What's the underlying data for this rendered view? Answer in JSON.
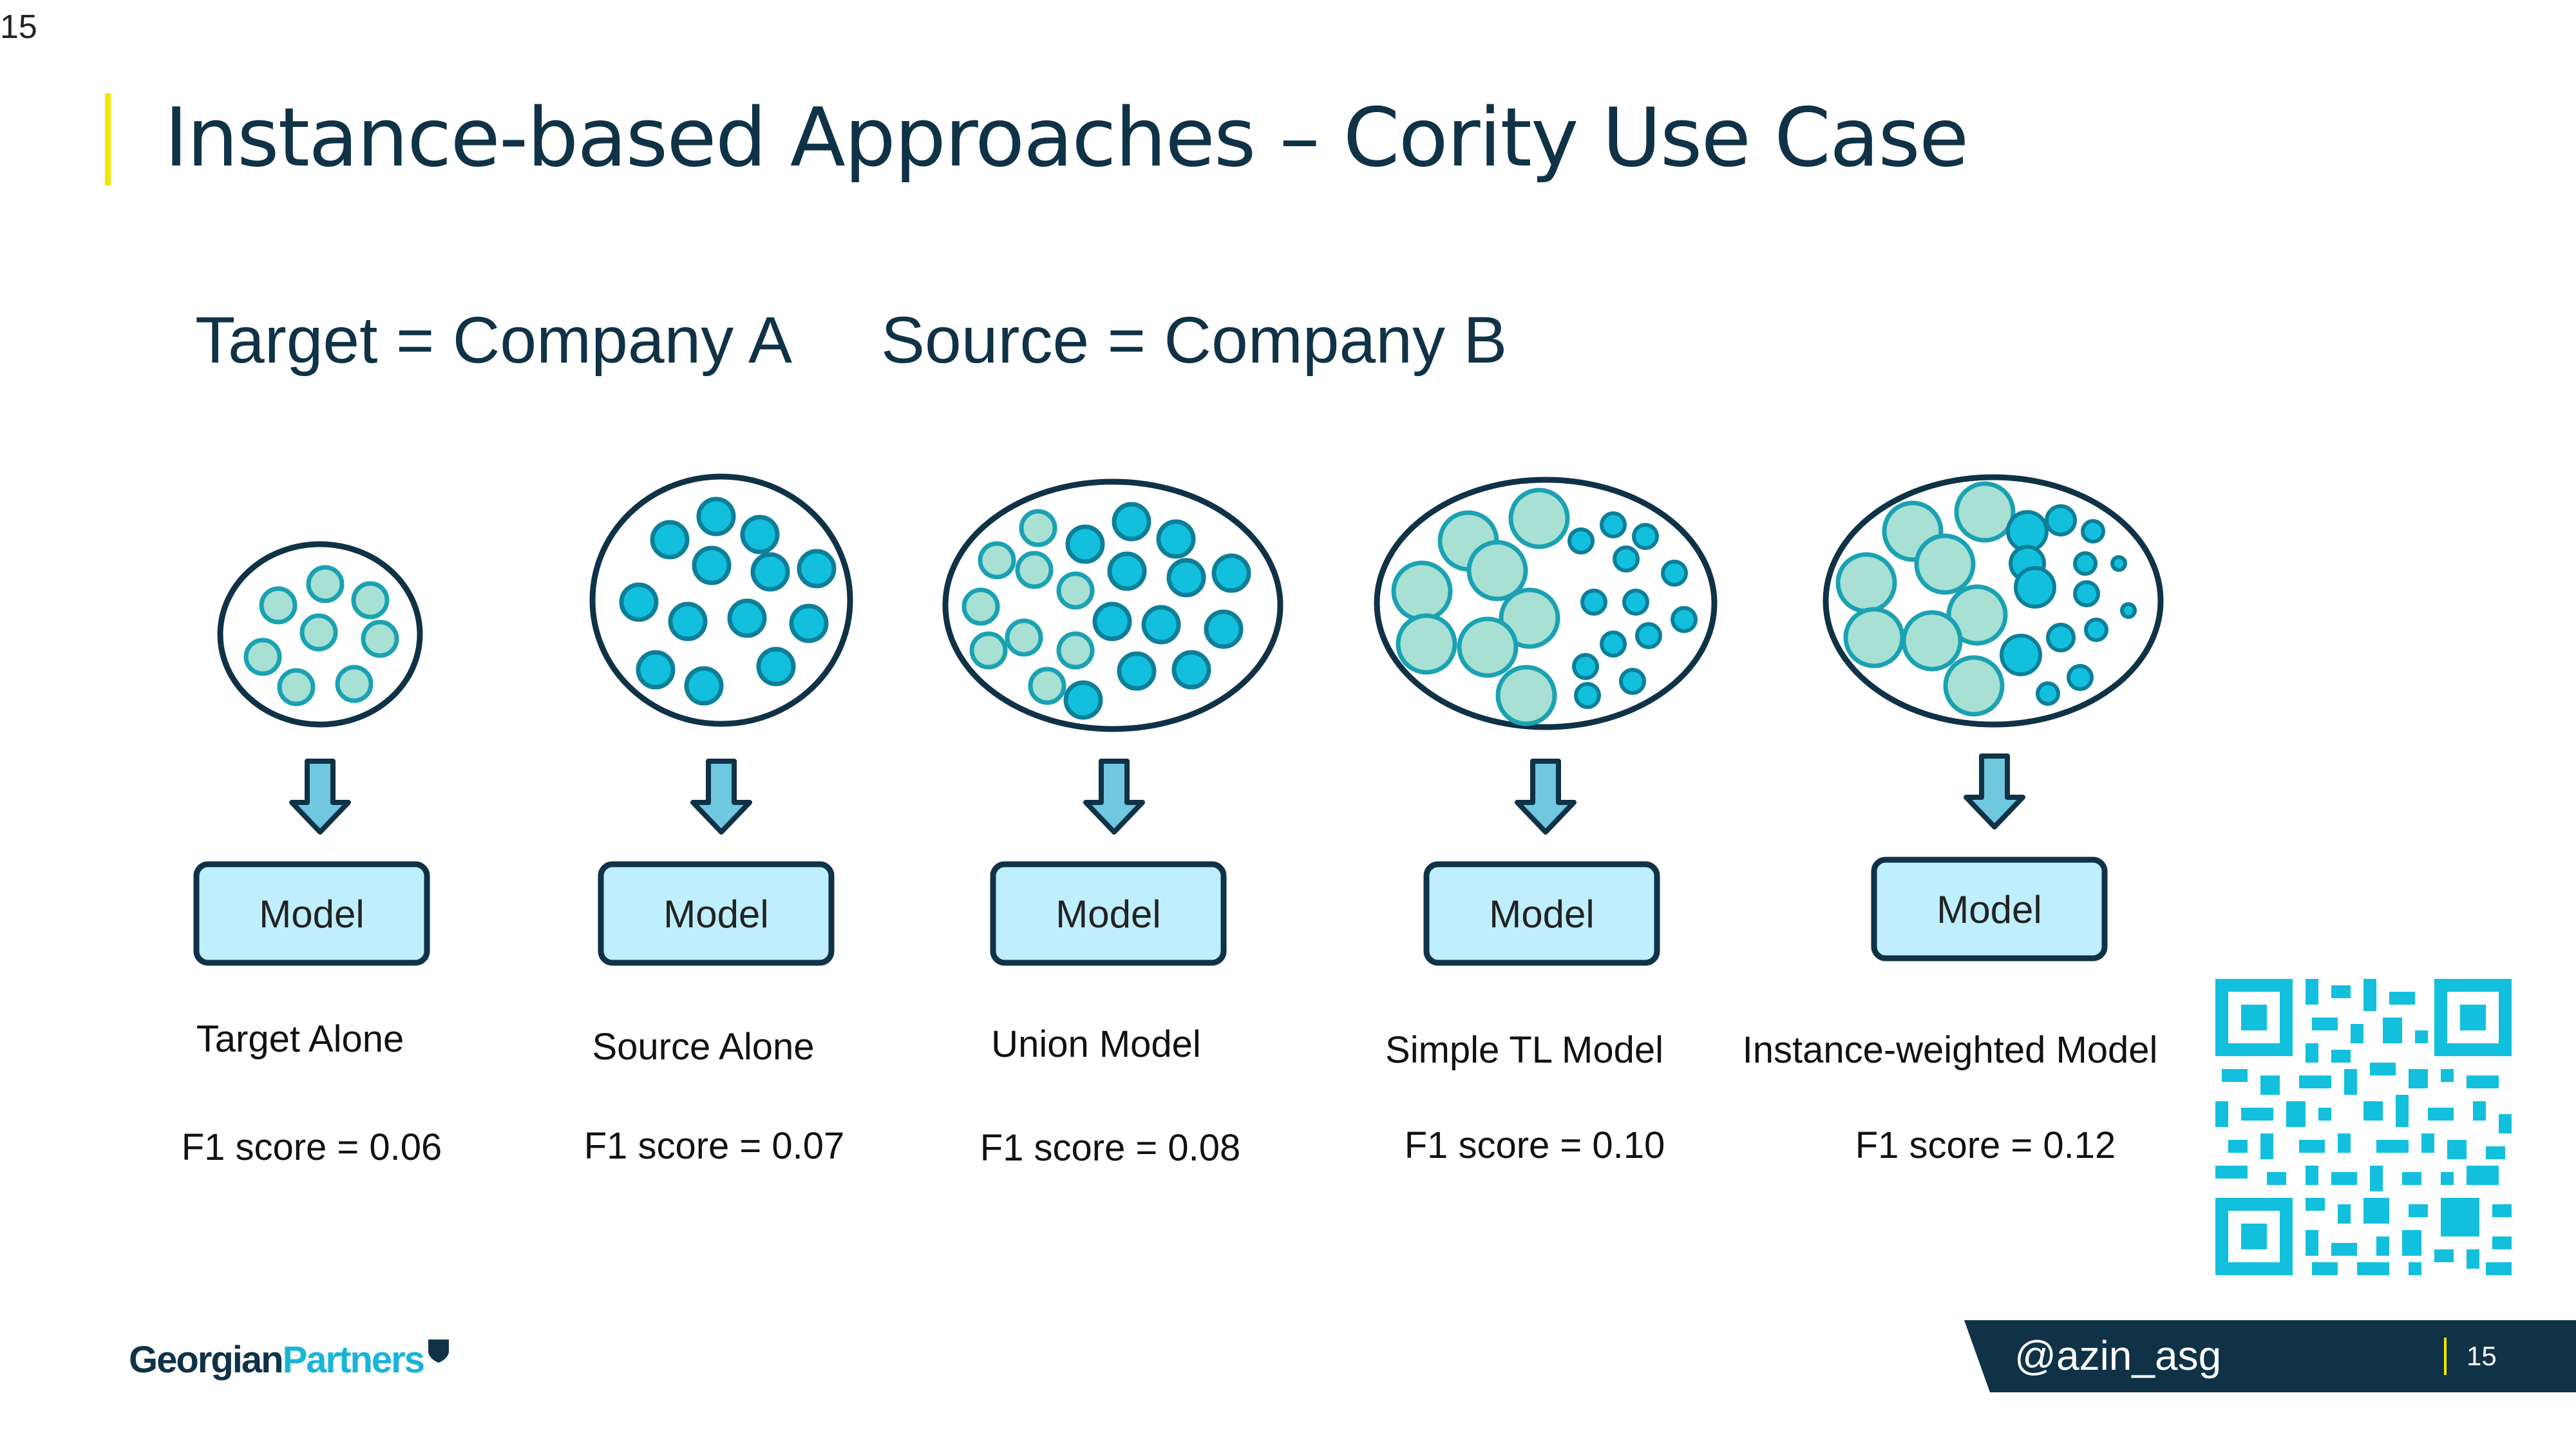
{
  "page_number": "15",
  "title": "Instance-based Approaches – Cority Use Case",
  "target_text": "Target = Company A",
  "source_text": "Source = Company B",
  "model_label": "Model",
  "approaches": [
    {
      "name": "Target Alone",
      "score": "F1 score = 0.06"
    },
    {
      "name": "Source Alone",
      "score": "F1 score = 0.07"
    },
    {
      "name": "Union Model",
      "score": "F1 score = 0.08"
    },
    {
      "name": "Simple TL Model",
      "score": "F1 score = 0.10"
    },
    {
      "name": "Instance-weighted Model",
      "score": "F1 score = 0.12"
    }
  ],
  "logo": {
    "part1": "Georgian",
    "part2": "Partners"
  },
  "footer": {
    "handle": "@azin_asg",
    "page": "15"
  },
  "colors": {
    "navy": "#0f3247",
    "target_fill": "#a8e0d4",
    "target_stroke": "#1aa2b3",
    "source_fill": "#12c0dd",
    "source_stroke": "#0d7f99",
    "model_fill": "#bfeefc",
    "accent": "#f2e600"
  }
}
